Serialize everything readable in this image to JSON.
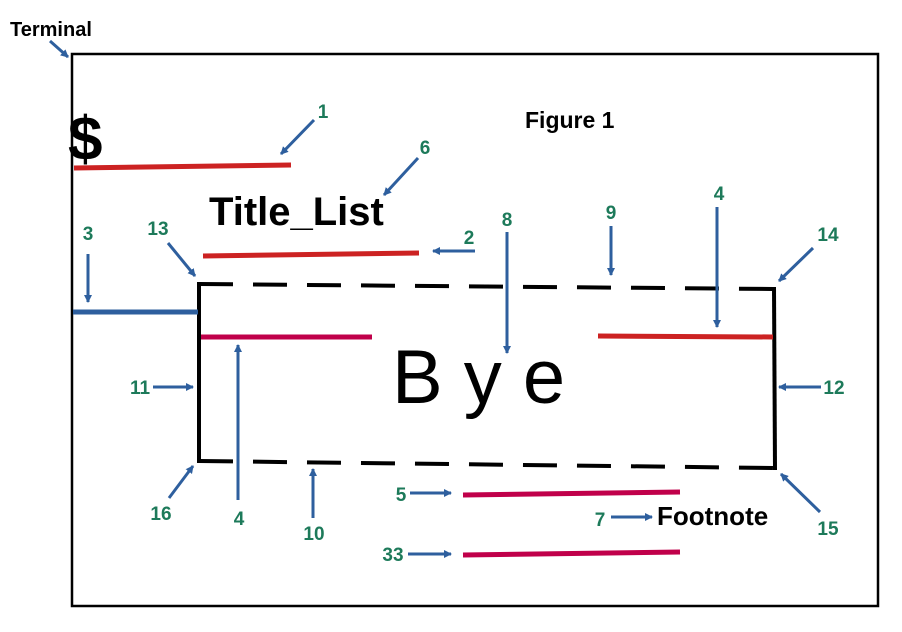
{
  "labels": {
    "terminal": "Terminal",
    "figure": "Figure 1",
    "prompt": "$",
    "title": "Title_List",
    "bye": "B y e",
    "footnote": "Footnote"
  },
  "callouts": {
    "n1": "1",
    "n6": "6",
    "n3": "3",
    "n13": "13",
    "n2": "2",
    "n8": "8",
    "n9": "9",
    "n4_top": "4",
    "n14": "14",
    "n11": "11",
    "n12": "12",
    "n16": "16",
    "n4_bottom": "4",
    "n10": "10",
    "n5": "5",
    "n7": "7",
    "n15": "15",
    "n33": "33"
  },
  "colors": {
    "frame": "#000000",
    "arrow": "#2e5f9e",
    "callout_text": "#1d7a5a",
    "red_line": "#cc2222",
    "crimson_line": "#c0004a",
    "blue_line": "#2e5f9e"
  }
}
